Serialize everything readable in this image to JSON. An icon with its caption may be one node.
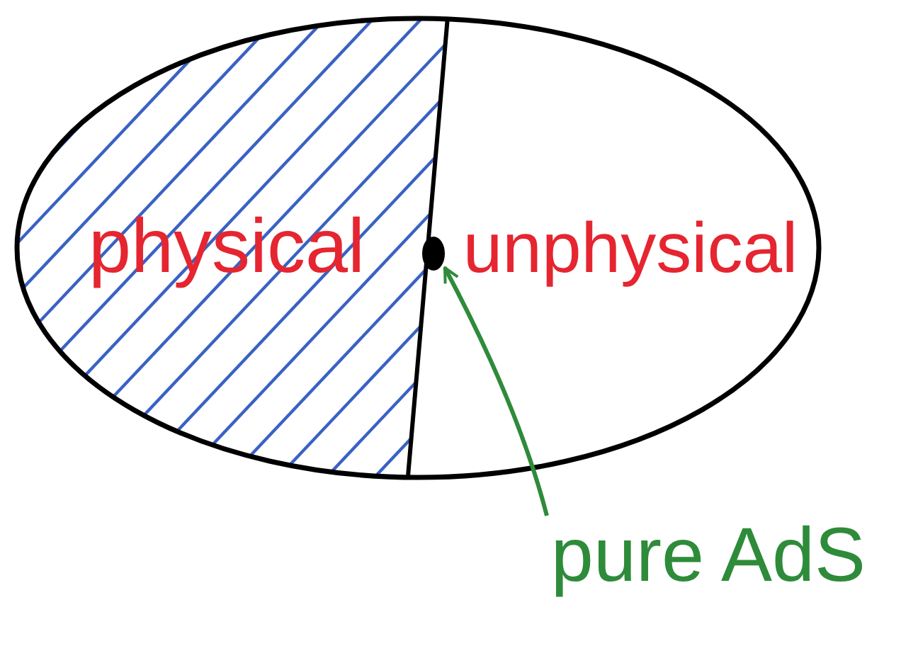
{
  "diagram": {
    "nodes": [
      {
        "text": [],
        "shape": "ellipse"
      },
      {
        "text": [
          "physical"
        ],
        "in": 0
      },
      {
        "text": [
          "unphysical"
        ],
        "in": 0
      },
      {
        "text": [],
        "shape": "dot",
        "in": 0
      },
      {
        "text": [
          "pure AdS"
        ]
      }
    ],
    "edges": [
      {
        "from": 4,
        "to": 3,
        "arrow": "to",
        "color": "#2e8b3a"
      }
    ]
  }
}
